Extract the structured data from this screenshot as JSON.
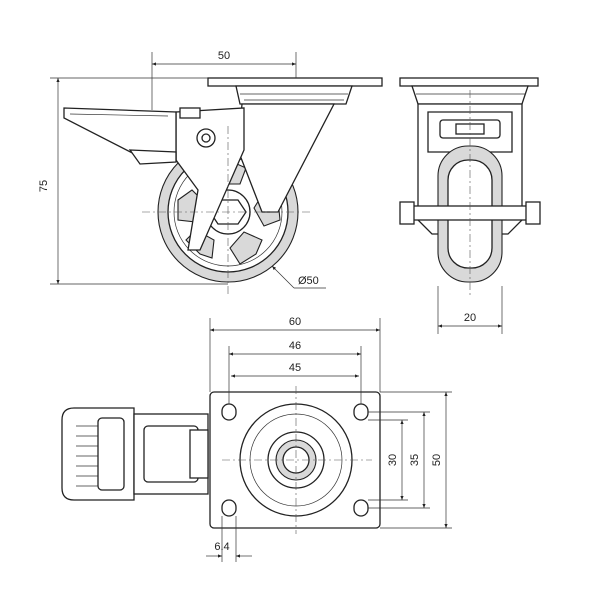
{
  "diagram": {
    "dimensions": {
      "top_width": "50",
      "overall_height": "75",
      "wheel_diameter": "Ø50",
      "wheel_width": "20",
      "plate_width": "60",
      "hole_span_outer": "46",
      "hole_span_inner": "45",
      "plate_height": "50",
      "hole_pitch_outer": "35",
      "hole_pitch_inner": "30",
      "hole_diameter": "6.4"
    }
  }
}
